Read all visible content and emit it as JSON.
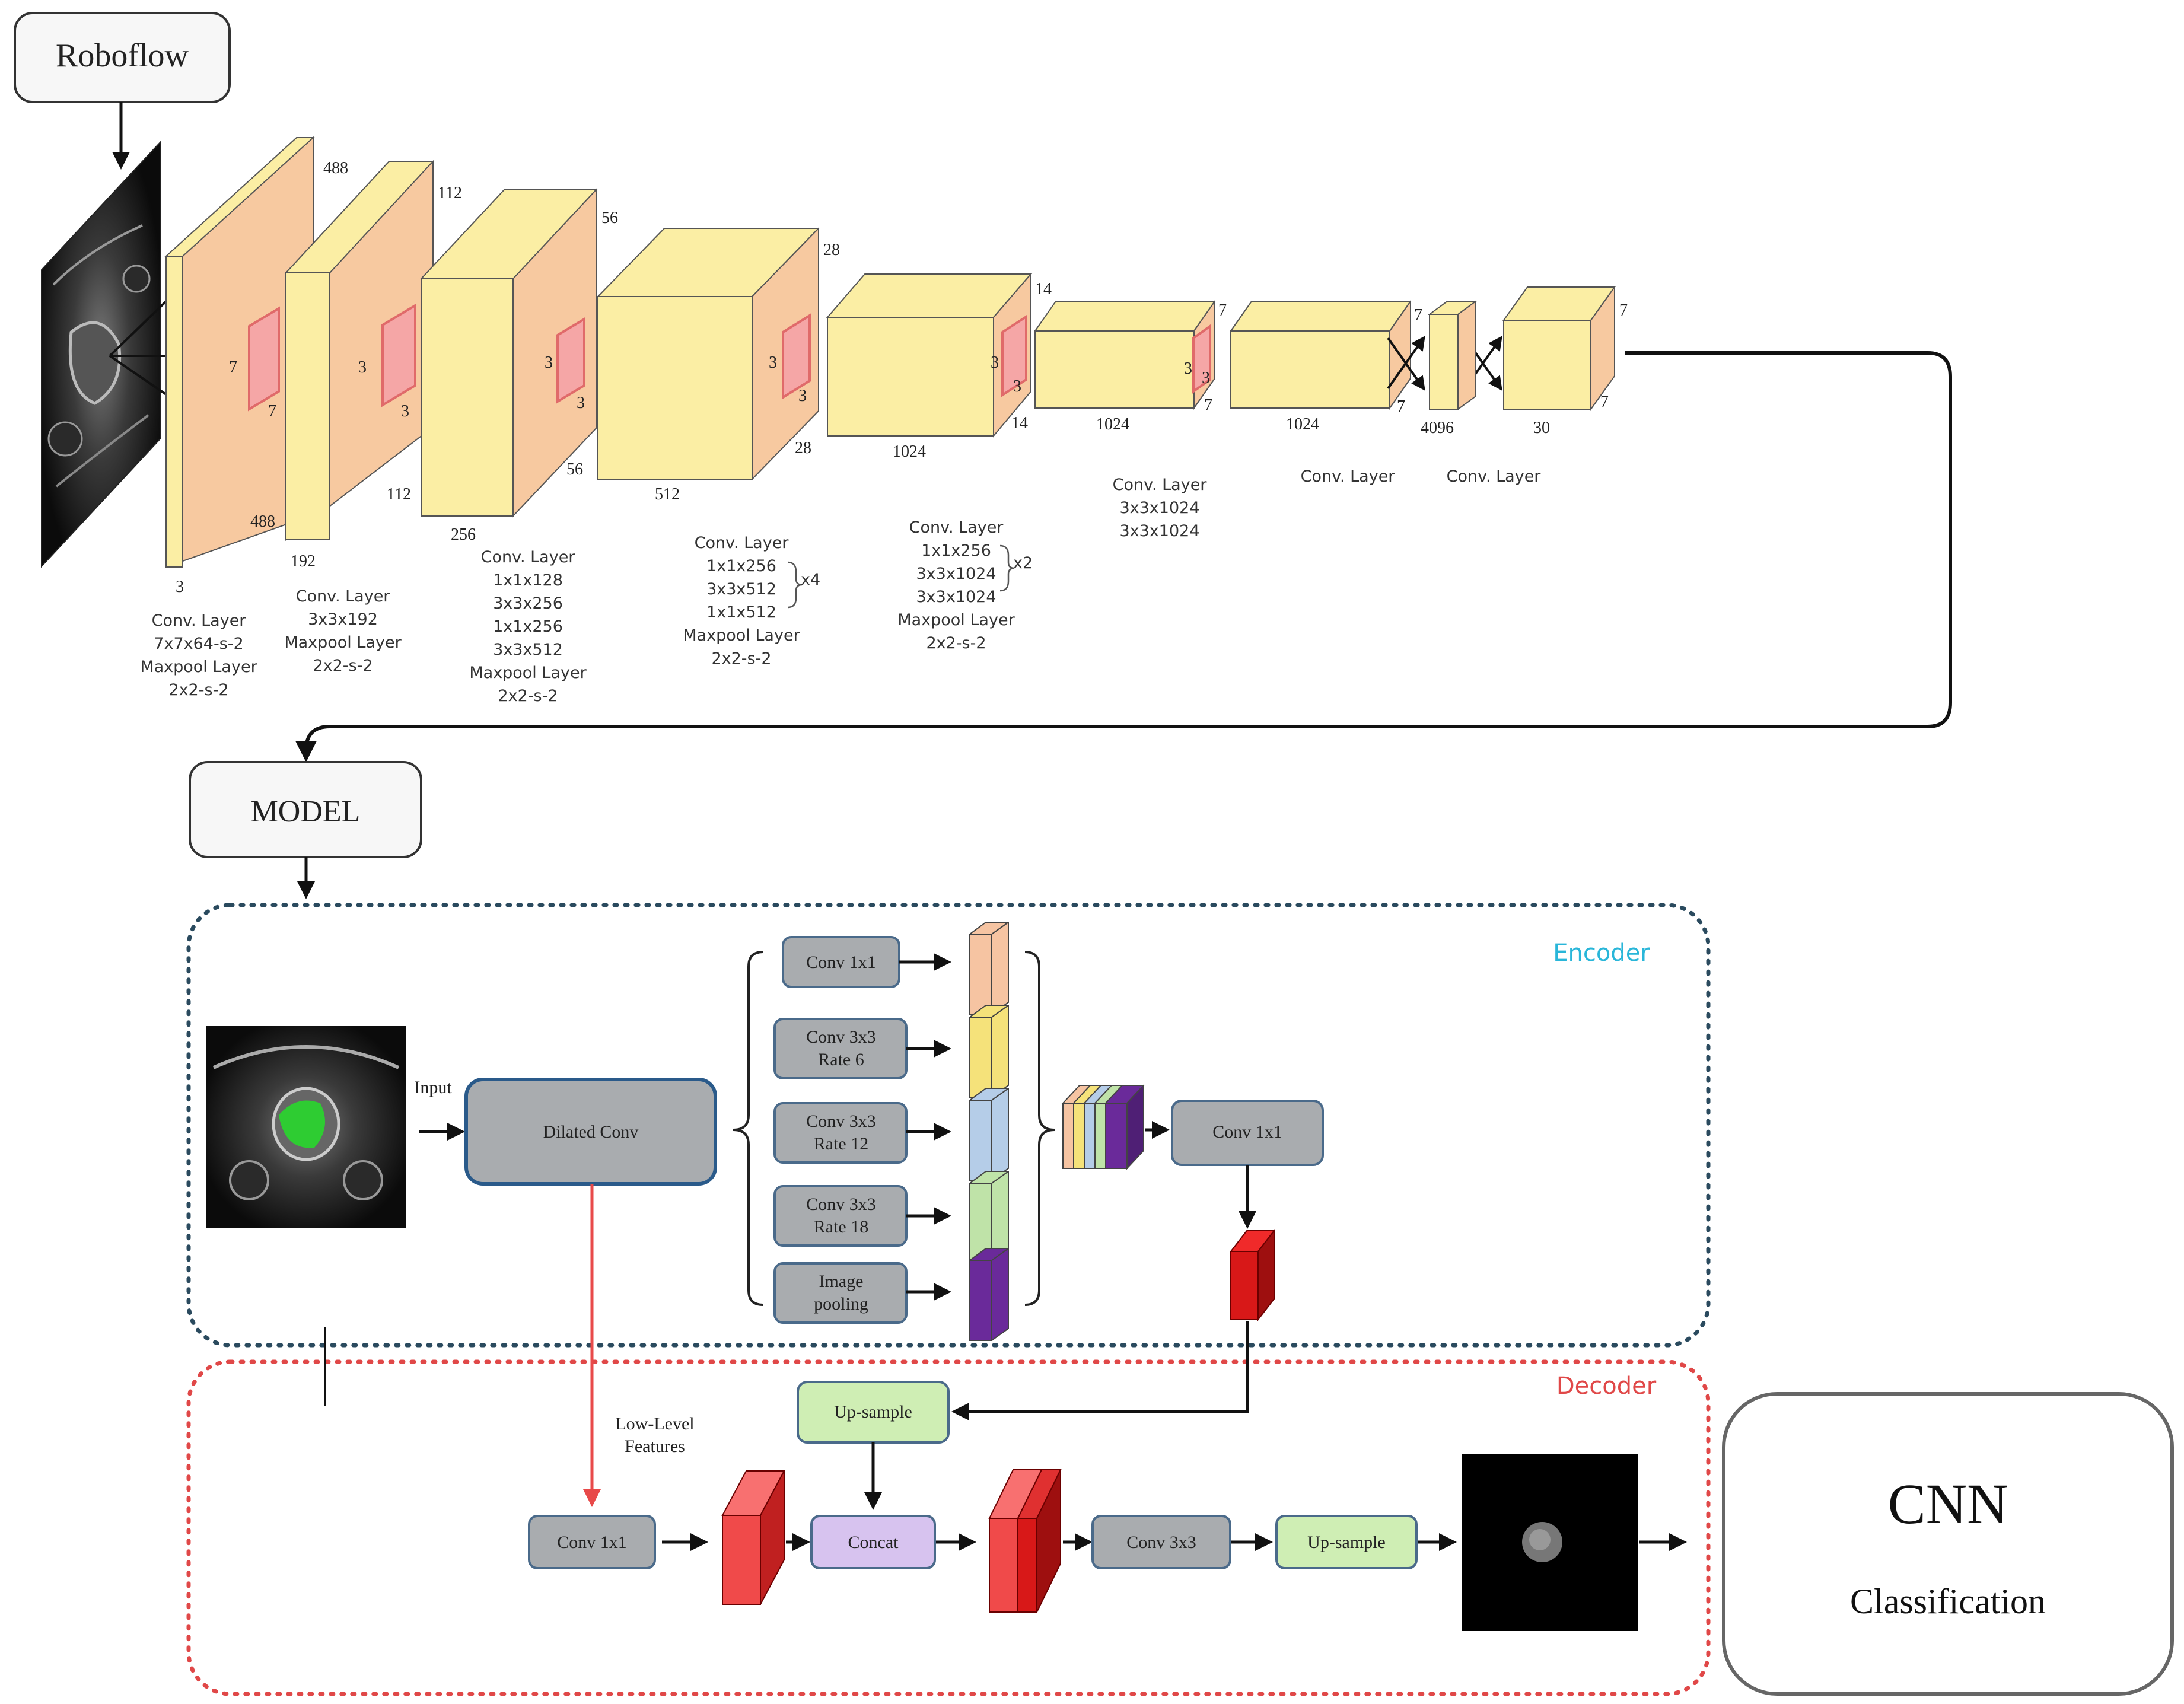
{
  "roboflow_label": "Roboflow",
  "model_label": "MODEL",
  "cnn": {
    "title": "CNN",
    "subtitle": "Classification"
  },
  "layers": [
    {
      "dims": [
        "488",
        "488",
        "3"
      ],
      "kernel": [
        "7",
        "7"
      ],
      "caption": [
        "Conv. Layer",
        "7x7x64-s-2",
        "Maxpool Layer",
        "2x2-s-2"
      ]
    },
    {
      "dims": [
        "112",
        "112",
        "192"
      ],
      "kernel": [
        "3",
        "3"
      ],
      "caption": [
        "Conv. Layer",
        "3x3x192",
        "Maxpool Layer",
        "2x2-s-2"
      ]
    },
    {
      "dims": [
        "56",
        "56",
        "256"
      ],
      "kernel": [
        "3",
        "3"
      ],
      "caption": [
        "Conv. Layer",
        "1x1x128",
        "3x3x256",
        "1x1x256",
        "3x3x512",
        "Maxpool Layer",
        "2x2-s-2"
      ]
    },
    {
      "dims": [
        "28",
        "28",
        "512"
      ],
      "kernel": [
        "3",
        "3"
      ],
      "caption": [
        "Conv. Layer",
        "1x1x256",
        "3x3x512",
        "1x1x512",
        "Maxpool Layer",
        "2x2-s-2"
      ],
      "repeat": "x4"
    },
    {
      "dims": [
        "14",
        "14",
        "1024"
      ],
      "kernel": [
        "3",
        "3"
      ],
      "caption": [
        "Conv. Layer",
        "1x1x256",
        "3x3x1024",
        "3x3x1024",
        "Maxpool Layer",
        "2x2-s-2"
      ],
      "repeat": "x2"
    },
    {
      "dims": [
        "7",
        "7",
        "1024"
      ],
      "kernel": [
        "3",
        "3"
      ],
      "caption": [
        "Conv. Layer",
        "3x3x1024",
        "3x3x1024"
      ]
    },
    {
      "dims": [
        "7",
        "7",
        "1024"
      ],
      "caption": [
        "Conv. Layer"
      ]
    },
    {
      "dims": [
        "4096"
      ]
    },
    {
      "dims": [
        "7",
        "7",
        "30"
      ],
      "caption": [
        "Conv. Layer"
      ]
    }
  ],
  "encoder": {
    "label": "Encoder",
    "input_label": "Input",
    "dilated_conv": "Dilated Conv",
    "aspp": [
      {
        "line1": "Conv 1x1",
        "line2": "",
        "color": "#f6c4a2"
      },
      {
        "line1": "Conv 3x3",
        "line2": "Rate 6",
        "color": "#f5e27a"
      },
      {
        "line1": "Conv 3x3",
        "line2": "Rate 12",
        "color": "#b5cde8"
      },
      {
        "line1": "Conv 3x3",
        "line2": "Rate 18",
        "color": "#bfe3a8"
      },
      {
        "line1": "Image",
        "line2": "pooling",
        "color": "#6a2a9a"
      }
    ],
    "conv_out": "Conv 1x1"
  },
  "decoder": {
    "label": "Decoder",
    "low_level": [
      "Low-Level",
      "Features"
    ],
    "upsample_top": "Up-sample",
    "conv1x1": "Conv 1x1",
    "concat": "Concat",
    "conv3x3": "Conv 3x3",
    "upsample": "Up-sample"
  },
  "colors": {
    "encoder_border": "#2a4a5e",
    "decoder_border": "#e04848",
    "encoder_label": "#29b6d9",
    "decoder_label": "#e04848",
    "cube_front": "#fbeea4",
    "cube_side": "#f7c9a0",
    "gray_box": "#a9acaf",
    "green_box": "#cfeeb4",
    "purple_box": "#d7c3ef",
    "red_block": "#e02020"
  }
}
